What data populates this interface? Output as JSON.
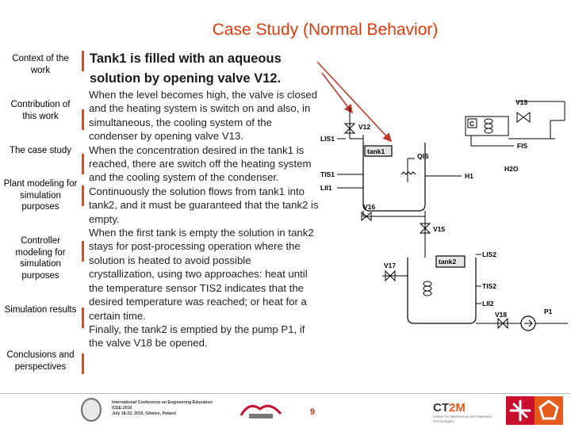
{
  "slide": {
    "title": "Case Study (Normal Behavior)",
    "page_number": "9"
  },
  "nav": {
    "items": [
      {
        "label": "Context of the work"
      },
      {
        "label": "Contribution of this work"
      },
      {
        "label": "The case study"
      },
      {
        "label": "Plant modeling for simulation purposes"
      },
      {
        "label": "Controller modeling for simulation purposes"
      },
      {
        "label": "Simulation results"
      },
      {
        "label": "Conclusions and perspectives"
      }
    ]
  },
  "content": {
    "heading": "Tank1 is filled with an aqueous solution by opening valve V12.",
    "paragraphs": [
      "When the level becomes high, the valve is closed and the heating system is switch on and also, in simultaneous, the cooling system of the condenser by opening valve V13.",
      "When the concentration desired in the tank1 is reached, there are switch off the heating system and the cooling system of the condenser.",
      "Continuously the solution flows from tank1 into tank2, and it must be guaranteed that the tank2 is empty.",
      "When the first tank is empty the solution in tank2 stays for post-processing operation where the solution is heated to avoid possible crystallization, using two approaches: heat until the temperature sensor TIS2 indicates that the desired temperature was reached; or heat for a certain time.",
      "Finally, the tank2 is emptied by the pump P1, if the valve V18 be opened."
    ]
  },
  "diagram": {
    "labels": {
      "v13": "V13",
      "v12": "V12",
      "c": "C",
      "lis1": "LIS1",
      "fis": "FIS",
      "tank1": "tank1",
      "qis": "QIS",
      "h2o": "H2O",
      "tis1": "TIS1",
      "h1": "H1",
      "lii1": "LII1",
      "v16": "V16",
      "v15": "V15",
      "tank2": "tank2",
      "lis2": "LIS2",
      "v17": "V17",
      "tis2": "TIS2",
      "lii2": "LII2",
      "v18": "V18",
      "p1": "P1"
    },
    "colors": {
      "arrow": "#c0392b",
      "line": "#000000",
      "tank_fill": "#e6e6e6"
    }
  },
  "footer": {
    "conference_lines": [
      "International Conference on Engineering Education",
      "ICEE-2010",
      "July 18-22, 2010, Gliwice, Poland"
    ],
    "ct2m_mark_a": "CT",
    "ct2m_mark_b": "2M",
    "ct2m_sub": "Centre for Mechanical and Materials Technologies",
    "colors": {
      "accent": "#e8441a",
      "logo_orange": "#e65a1c",
      "uminho_red": "#c8102e"
    }
  }
}
